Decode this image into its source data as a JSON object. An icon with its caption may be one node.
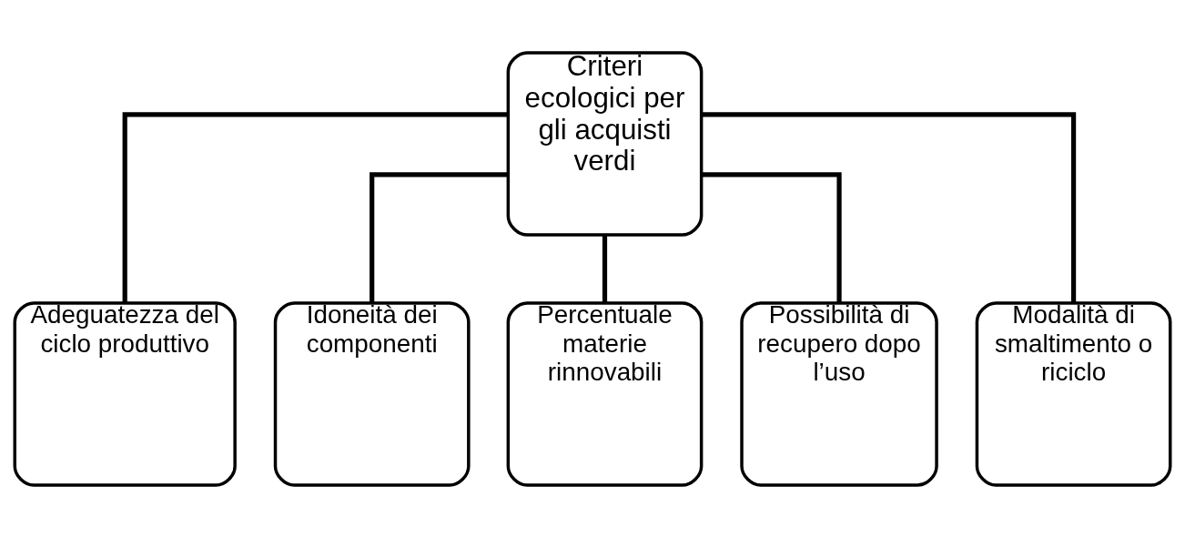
{
  "diagram": {
    "nodes": [
      {
        "text": [
          "Criteri ecologici per gli acquisti verdi"
        ]
      },
      {
        "text": [
          "Adeguatezza del ciclo produttivo"
        ]
      },
      {
        "text": [
          "Idoneità dei componenti"
        ]
      },
      {
        "text": [
          "Percentuale materie rinnovabili"
        ]
      },
      {
        "text": [
          "Possibilità di recupero dopo l’uso"
        ]
      },
      {
        "text": [
          "Modalità di smaltimento o riciclo"
        ]
      }
    ],
    "edges": [
      {
        "from": 0,
        "to": 1,
        "arrow": "none"
      },
      {
        "from": 0,
        "to": 2,
        "arrow": "none"
      },
      {
        "from": 0,
        "to": 3,
        "arrow": "none"
      },
      {
        "from": 0,
        "to": 4,
        "arrow": "none"
      },
      {
        "from": 0,
        "to": 5,
        "arrow": "none"
      }
    ]
  }
}
